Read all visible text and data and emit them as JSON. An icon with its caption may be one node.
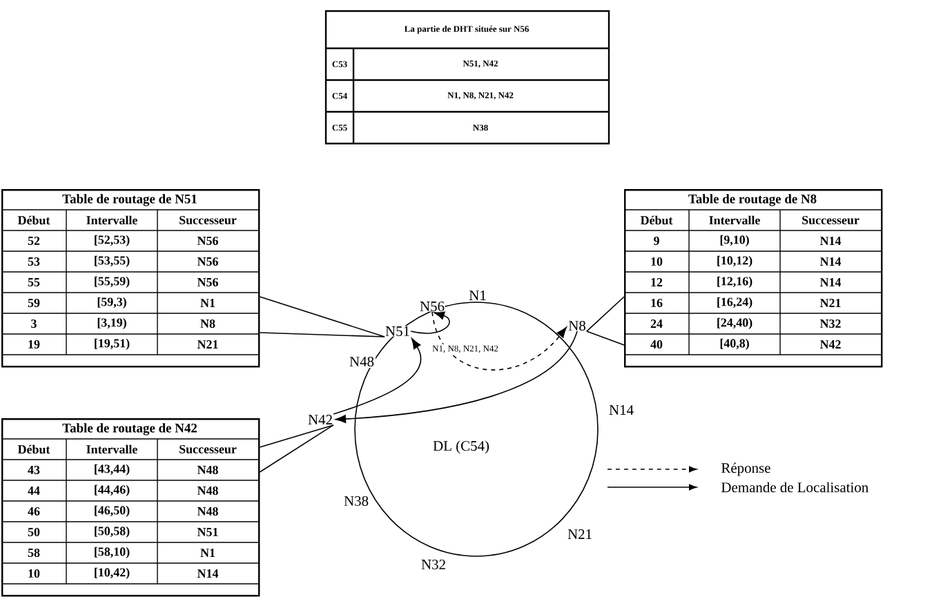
{
  "diagram": {
    "nodes": [
      {
        "text": [
          "Table de routage de N51",
          "Début",
          "Intervalle",
          "Successeur",
          "52",
          "[52,53)",
          "N56",
          "53",
          "[53,55)",
          "N56",
          "55",
          "[55,59)",
          "N56",
          "59",
          "[59,3)",
          "N1",
          "3",
          "[3,19)",
          "N8",
          "19",
          "[19,51)",
          "N21"
        ]
      },
      {
        "text": [
          "Table de routage de N8",
          "Début",
          "Intervalle",
          "Successeur",
          "9",
          "[9,10)",
          "N14",
          "10",
          "[10,12)",
          "N14",
          "12",
          "[12,16)",
          "N14",
          "16",
          "[16,24)",
          "N21",
          "24",
          "[24,40)",
          "N32",
          "40",
          "[40,8)",
          "N42"
        ]
      },
      {
        "text": [
          "Table de routage de N42",
          "Début",
          "Intervalle",
          "Successeur",
          "43",
          "[43,44)",
          "N48",
          "44",
          "[44,46)",
          "N48",
          "46",
          "[46,50)",
          "N48",
          "50",
          "[50,58)",
          "N51",
          "58",
          "[58,10)",
          "N1",
          "10",
          "[10,42)",
          "N14"
        ]
      },
      {
        "text": [
          "N56"
        ]
      },
      {
        "text": [
          "N51"
        ]
      },
      {
        "text": [
          "N8"
        ]
      },
      {
        "text": [
          "N42"
        ]
      }
    ],
    "edges": [
      {
        "from": 0,
        "to": 4,
        "arrow": "none"
      },
      {
        "from": 0,
        "to": 4,
        "arrow": "none"
      },
      {
        "from": 1,
        "to": 5,
        "arrow": "none"
      },
      {
        "from": 1,
        "to": 5,
        "arrow": "none"
      },
      {
        "from": 2,
        "to": 6,
        "arrow": "none"
      },
      {
        "from": 2,
        "to": 6,
        "arrow": "none"
      },
      {
        "from": 4,
        "to": 3,
        "arrow": "to"
      },
      {
        "from": 3,
        "to": 5,
        "arrow": "to",
        "style": "dashed",
        "label": "N1, N8, N21, N42"
      },
      {
        "from": 5,
        "to": 6,
        "arrow": "to"
      },
      {
        "from": 6,
        "to": 4,
        "arrow": "to"
      }
    ],
    "labels": [
      "La partie de DHT située sur N56",
      "C53",
      "N51, N42",
      "C54",
      "N1, N8, N21, N42",
      "C55",
      "N38",
      "N1",
      "N14",
      "N21",
      "N32",
      "N38",
      "N48",
      "DL (C54)"
    ],
    "legend": [
      {
        "text": "Réponse"
      },
      {
        "text": "Demande de Localisation"
      }
    ]
  }
}
